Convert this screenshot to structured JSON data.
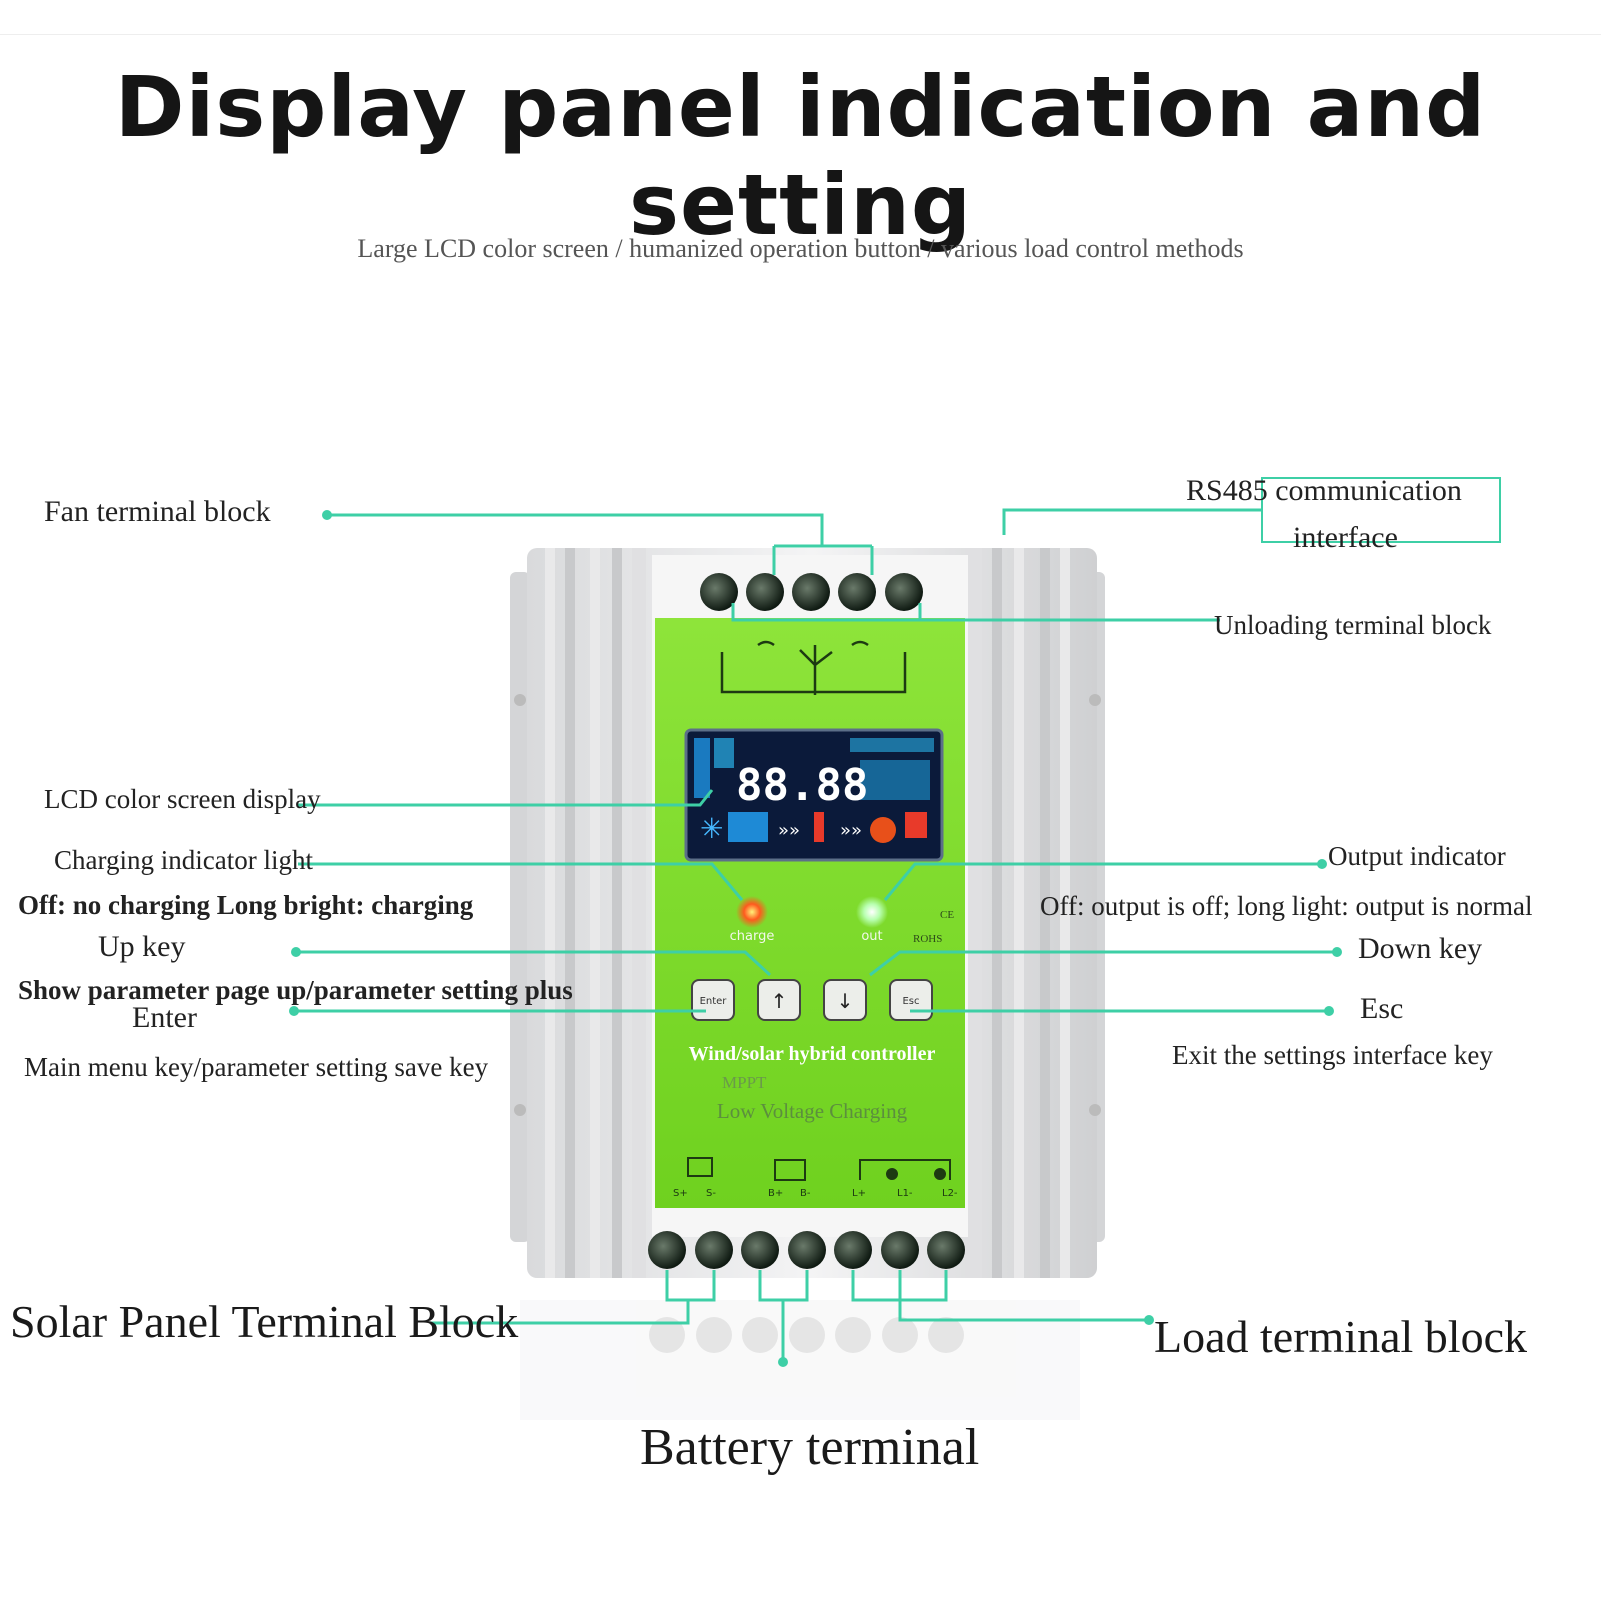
{
  "header": {
    "title": "Display panel indication and setting",
    "subtitle": "Large LCD color screen / humanized operation button / various load control methods"
  },
  "callouts": {
    "fan": "Fan terminal block",
    "rs485_line1": "RS485 communication",
    "rs485_line2": "interface",
    "unloading": "Unloading terminal block",
    "lcd": "LCD color screen display",
    "charging": "Charging indicator light",
    "charging_desc": "Off: no charging Long bright: charging",
    "output": "Output indicator",
    "output_desc": "Off: output is off; long light: output is normal",
    "up": "Up key",
    "up_desc": "Show parameter page up/parameter setting plus",
    "down": "Down key",
    "enter": "Enter",
    "enter_desc": "Main menu key/parameter setting save key",
    "esc": "Esc",
    "esc_desc": "Exit the settings interface key",
    "solar": "Solar Panel Terminal Block",
    "load": "Load terminal block",
    "battery": "Battery terminal"
  },
  "device": {
    "lcd_digits": "88.88",
    "led_charge": "charge",
    "led_out": "out",
    "cert_ce": "CE",
    "cert_rohs": "ROHS",
    "btn_enter": "Enter",
    "btn_esc": "Esc",
    "product_name": "Wind/solar hybrid controller",
    "mppt": "MPPT",
    "low_voltage": "Low Voltage Charging",
    "t_s_plus": "S+",
    "t_s_minus": "S-",
    "t_b_plus": "B+",
    "t_b_minus": "B-",
    "t_l_plus": "L+",
    "t_l1": "L1-",
    "t_l2": "L2-"
  },
  "colors": {
    "leader": "#3ecfa6",
    "panel": "#7ddc2c",
    "lcd": "#0b1a3a"
  }
}
